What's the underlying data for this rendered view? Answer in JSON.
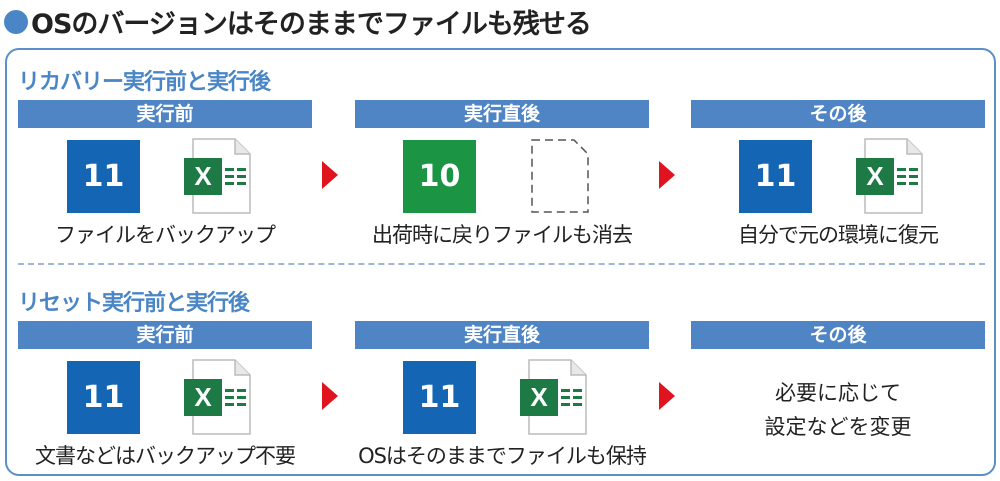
{
  "title": "OSのバージョンはそのままでファイルも残せる",
  "colors": {
    "accent": "#4a86c5",
    "win11": "#1565b5",
    "win10": "#1b9543",
    "arrow": "#e0141e"
  },
  "sections": [
    {
      "heading": "リカバリー実行前と実行後",
      "columns": [
        {
          "label": "実行前",
          "os": "11",
          "caption": "ファイルをバックアップ"
        },
        {
          "label": "実行直後",
          "os": "10",
          "caption": "出荷時に戻りファイルも消去"
        },
        {
          "label": "その後",
          "os": "11",
          "caption": "自分で元の環境に復元"
        }
      ]
    },
    {
      "heading": "リセット実行前と実行後",
      "columns": [
        {
          "label": "実行前",
          "os": "11",
          "caption": "文書などはバックアップ不要"
        },
        {
          "label": "実行直後",
          "os": "11",
          "caption": "OSはそのままでファイルも保持"
        },
        {
          "label": "その後",
          "note": [
            "必要に応じて",
            "設定などを変更"
          ]
        }
      ]
    }
  ]
}
